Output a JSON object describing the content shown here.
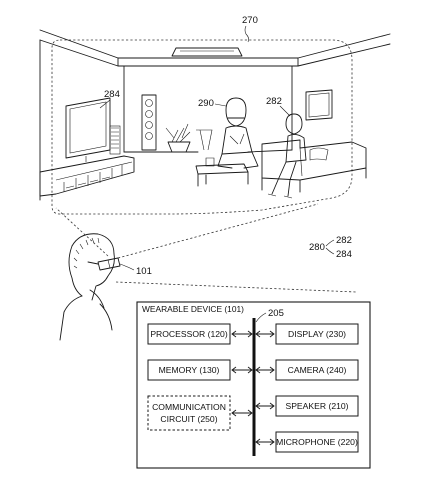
{
  "refs": {
    "room": "270",
    "tv": "284",
    "woman": "290",
    "person": "282",
    "group_main": "280",
    "group_sub_a": "282",
    "group_sub_b": "284",
    "glasses": "101",
    "bus": "205"
  },
  "device": {
    "title": "WEARABLE DEVICE (101)",
    "left_blocks": [
      {
        "id": "processor",
        "lines": [
          "PROCESSOR (120)"
        ],
        "dashed": false
      },
      {
        "id": "memory",
        "lines": [
          "MEMORY (130)"
        ],
        "dashed": false
      },
      {
        "id": "communication",
        "lines": [
          "COMMUNICATION",
          "CIRCUIT (250)"
        ],
        "dashed": true
      }
    ],
    "right_blocks": [
      {
        "id": "display",
        "lines": [
          "DISPLAY (230)"
        ]
      },
      {
        "id": "camera",
        "lines": [
          "CAMERA (240)"
        ]
      },
      {
        "id": "speaker",
        "lines": [
          "SPEAKER (210)"
        ]
      },
      {
        "id": "microphone",
        "lines": [
          "MICROPHONE (220)"
        ]
      }
    ]
  },
  "colors": {
    "ink": "#1a1a1a",
    "paper": "#ffffff"
  }
}
